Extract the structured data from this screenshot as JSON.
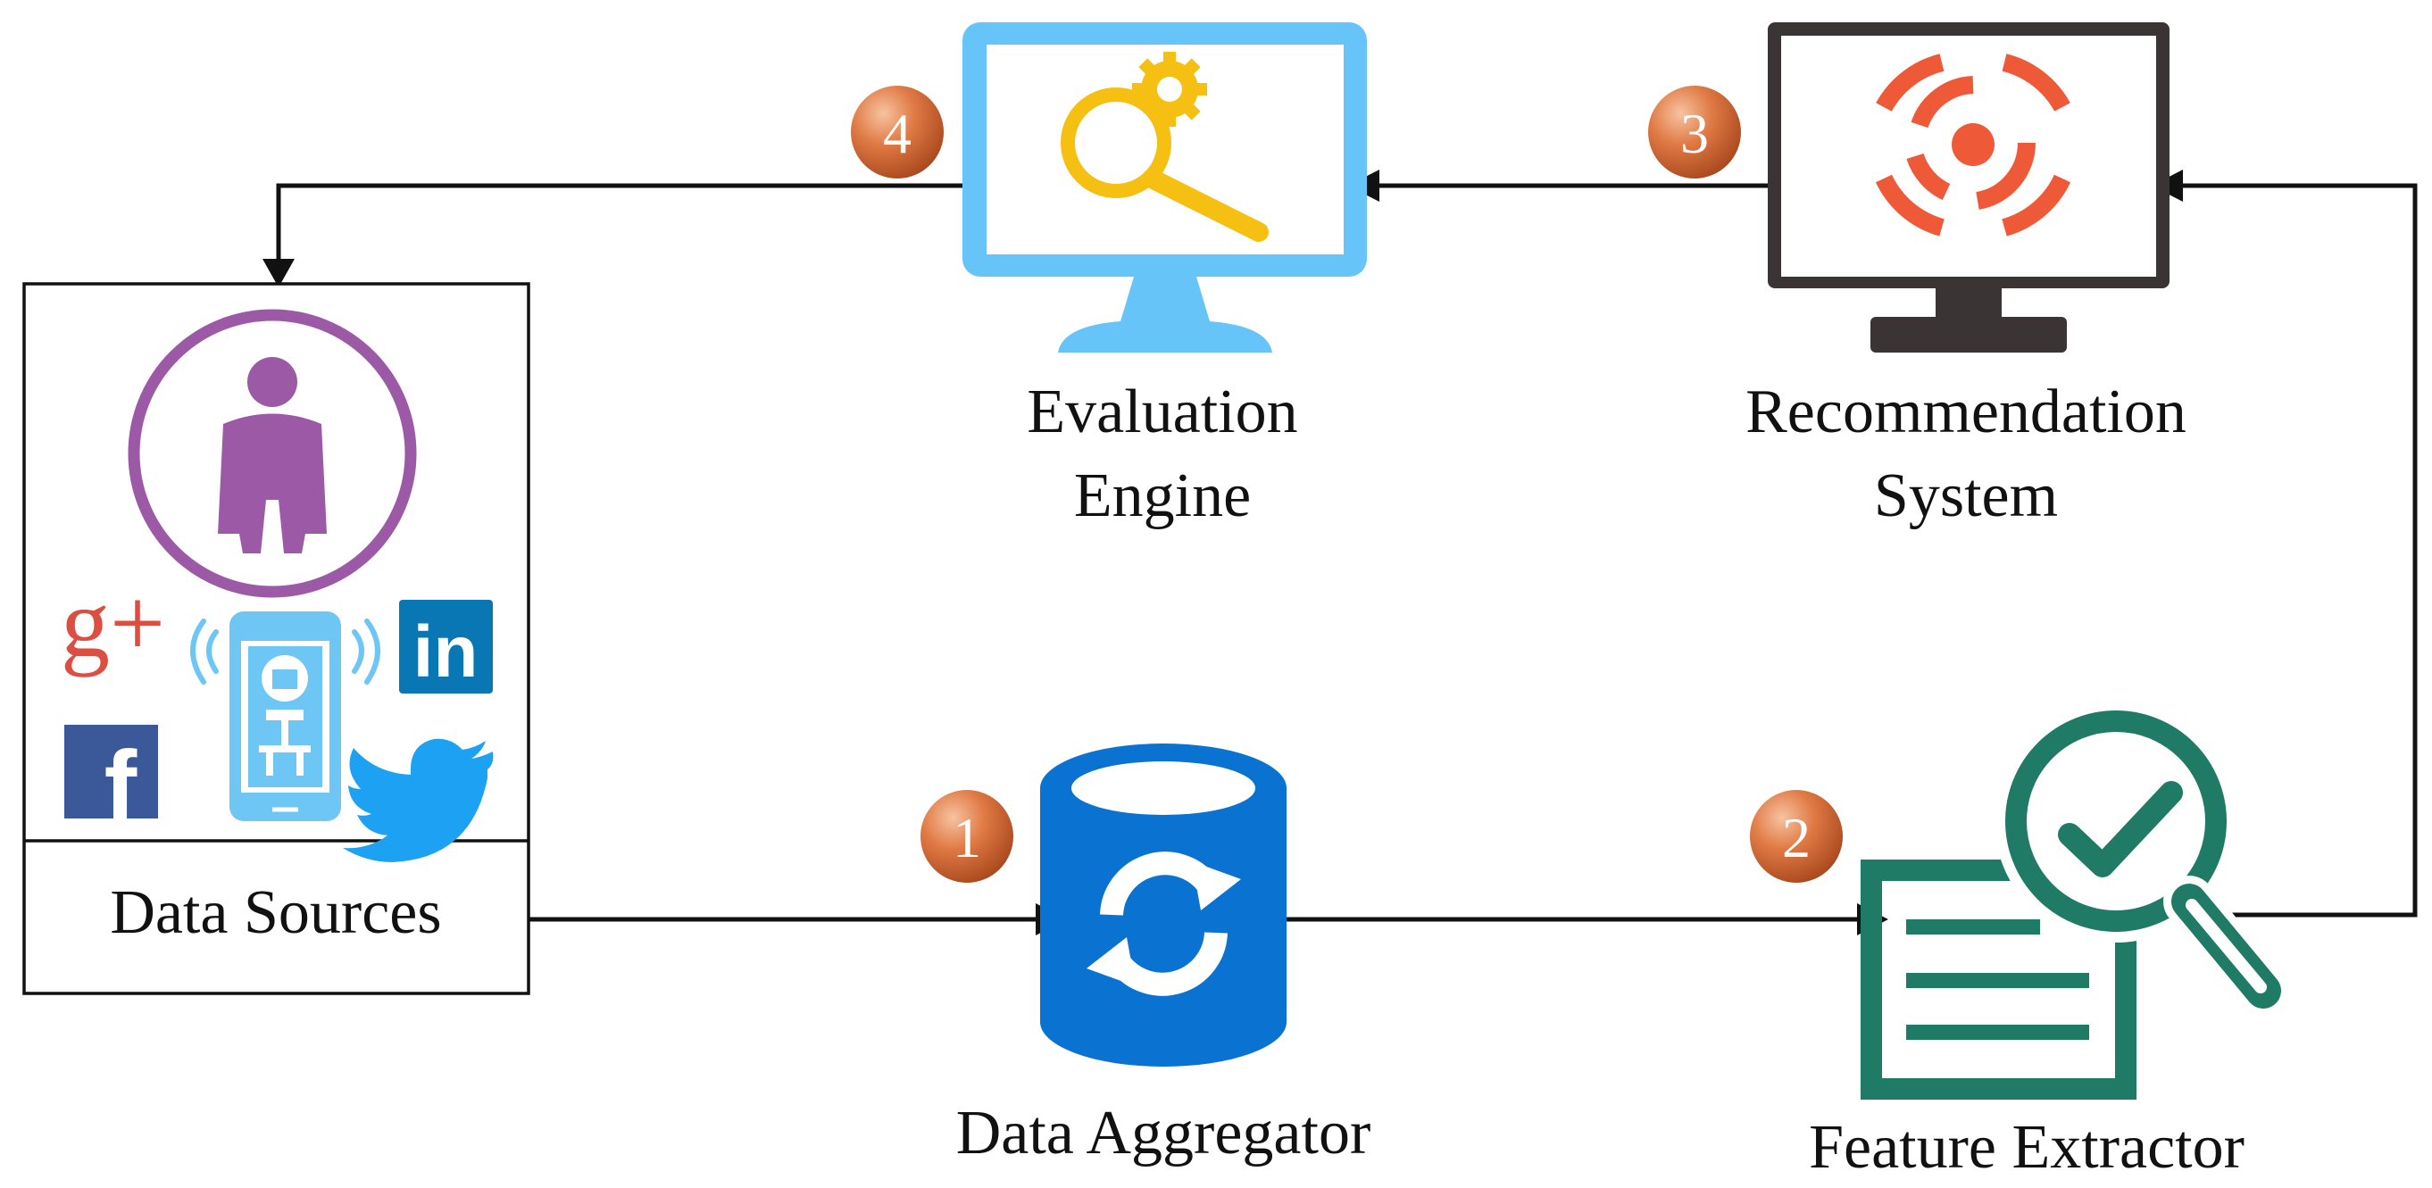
{
  "labels": {
    "data_sources": "Data Sources",
    "data_aggregator": "Data Aggregator",
    "feature_extractor": "Feature Extractor",
    "recommendation_line1": "Recommendation",
    "recommendation_line2": "System",
    "evaluation_line1": "Evaluation",
    "evaluation_line2": "Engine"
  },
  "steps": [
    "1",
    "2",
    "3",
    "4"
  ],
  "social": {
    "google_plus": "g+",
    "linkedin": "in",
    "facebook": "f"
  },
  "icons": {
    "user": "user-icon",
    "phone": "smartphone-icon",
    "database": "database-sync-icon",
    "feature": "document-magnifier-check-icon",
    "recommendation": "monitor-target-icon",
    "evaluation": "monitor-magnifier-gear-icon"
  },
  "colors": {
    "line": "#111111",
    "badge": "#d9703a",
    "user": "#9b59a6",
    "phone": "#6ec6f5",
    "google": "#dc4e41",
    "linkedin": "#0a77b5",
    "facebook": "#3b5998",
    "twitter": "#1da1f2",
    "database": "#0a72d0",
    "feature": "#1f7a66",
    "recommendation_screen": "#3a3434",
    "recommendation_target": "#ee5a37",
    "evaluation_screen": "#66c4f8",
    "evaluation_icon": "#f5c011"
  }
}
